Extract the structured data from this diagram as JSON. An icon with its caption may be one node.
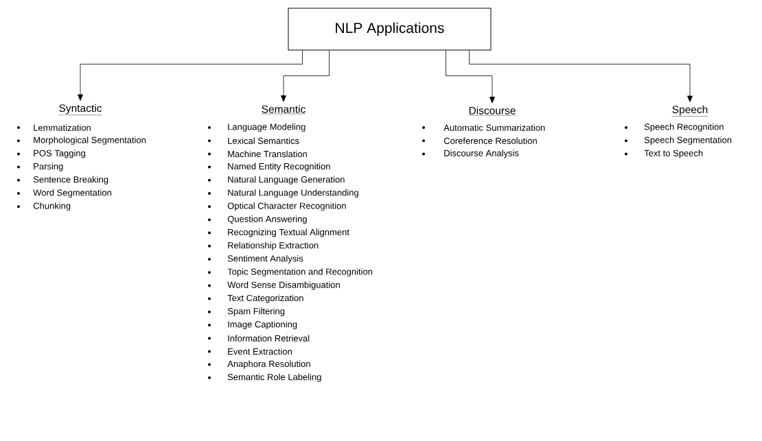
{
  "diagram": {
    "nodes": [
      {
        "text": [
          "NLP Applications"
        ]
      },
      {
        "text": [
          "Syntactic"
        ],
        "beside": [
          "Lemmatization",
          "Morphological Segmentation",
          "POS Tagging",
          "Parsing",
          "Sentence Breaking",
          "Word Segmentation",
          "Chunking"
        ]
      },
      {
        "text": [
          "Semantic"
        ],
        "beside": [
          "Language Modeling",
          "Lexical Semantics",
          "Machine Translation",
          "Named Entity Recognition",
          "Natural Language Generation",
          "Natural Language Understanding",
          "Optical Character Recognition",
          "Question Answering",
          "Recognizing Textual Alignment",
          "Relationship Extraction",
          "Sentiment Analysis",
          "Topic Segmentation and Recognition",
          "Word Sense Disambiguation",
          "Text Categorization",
          "Spam Filtering",
          "Image Captioning",
          "Information Retrieval",
          "Event Extraction",
          "Anaphora Resolution",
          "Semantic Role Labeling"
        ]
      },
      {
        "text": [
          "Discourse"
        ],
        "beside": [
          "Automatic Summarization",
          "Coreference Resolution",
          "Discourse Analysis"
        ]
      },
      {
        "text": [
          "Speech"
        ],
        "beside": [
          "Speech Recognition",
          "Speech Segmentation",
          "Text to Speech"
        ]
      }
    ],
    "edges": [
      {
        "from": 0,
        "to": 1,
        "arrow": "to"
      },
      {
        "from": 0,
        "to": 2,
        "arrow": "to"
      },
      {
        "from": 0,
        "to": 3,
        "arrow": "to"
      },
      {
        "from": 0,
        "to": 4,
        "arrow": "to"
      }
    ]
  }
}
